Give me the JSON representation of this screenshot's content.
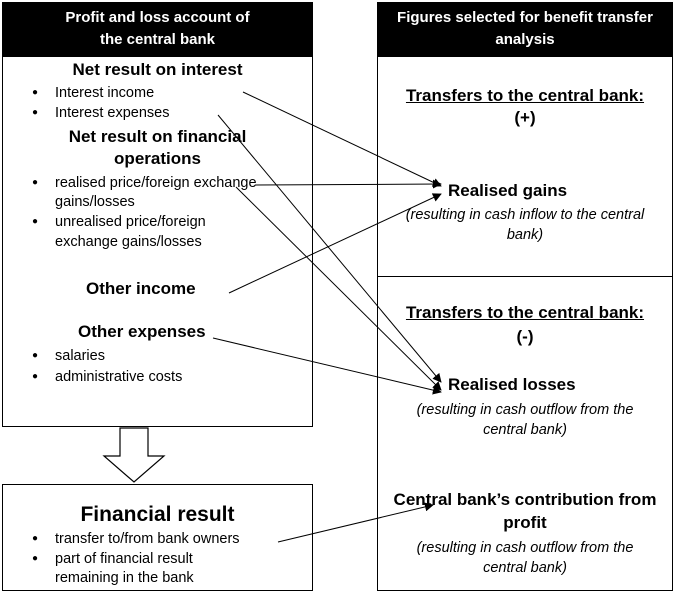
{
  "left_panel": {
    "header": [
      "Profit and loss account of",
      "the central bank"
    ],
    "net_interest": {
      "title": "Net result on interest",
      "items": [
        "Interest income",
        "Interest expenses"
      ]
    },
    "net_financial": {
      "title": [
        "Net result on financial",
        "operations"
      ],
      "items": [
        [
          "realised price/foreign exchange",
          "gains/losses"
        ],
        [
          "unrealised price/foreign",
          "exchange gains/losses"
        ]
      ]
    },
    "other_income": {
      "title": "Other income"
    },
    "other_expenses": {
      "title": "Other expenses",
      "items": [
        "salaries",
        "administrative costs"
      ]
    }
  },
  "result_panel": {
    "title": "Financial result",
    "items": [
      "transfer to/from bank owners",
      [
        "part of financial result",
        "remaining in the bank"
      ]
    ]
  },
  "right_panel": {
    "header": [
      "Figures selected for benefit transfer",
      "analysis"
    ],
    "plus_section": {
      "title": "Transfers to the central bank:",
      "sign": "(+)",
      "target": "Realised gains",
      "note": [
        "(resulting in cash inflow to the central",
        "bank)"
      ]
    },
    "minus_section": {
      "title": "Transfers to the central bank:",
      "sign": "(-)",
      "target": "Realised losses",
      "note": [
        "(resulting in cash outflow from the",
        "central bank)"
      ]
    },
    "contribution_section": {
      "title": [
        "Central bank’s contribution from",
        "profit"
      ],
      "note": [
        "(resulting in cash outflow from the",
        "central bank)"
      ]
    }
  },
  "bullet_glyph": "●"
}
